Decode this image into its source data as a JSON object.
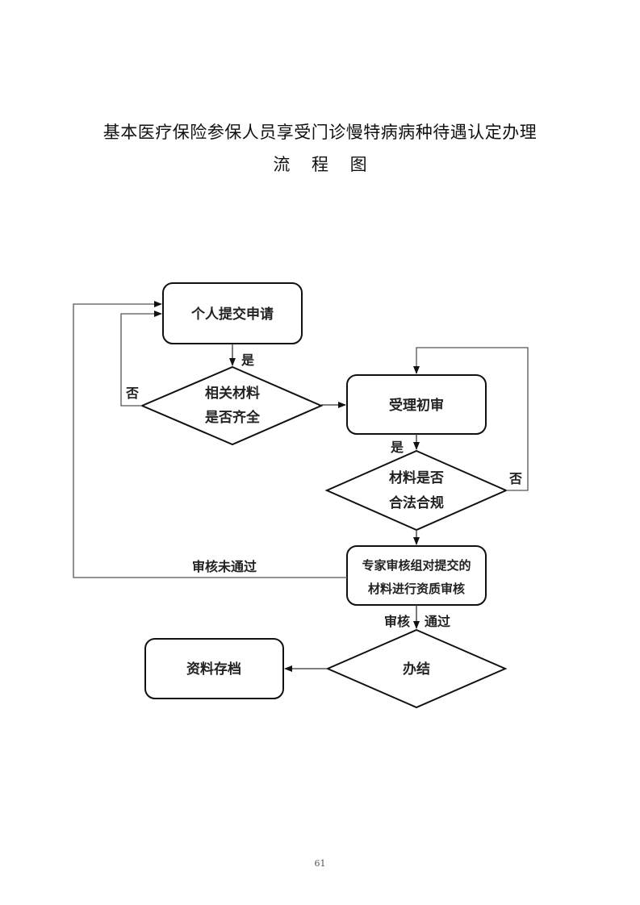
{
  "title": {
    "line1": "基本医疗保险参保人员享受门诊慢特病病种待遇认定办理",
    "line2": "流 程 图"
  },
  "nodes": {
    "submit": {
      "label": "个人提交申请",
      "shape": "rounded-rect"
    },
    "check_complete": {
      "line1": "相关材料",
      "line2": "是否齐全",
      "shape": "diamond"
    },
    "initial_review": {
      "label": "受理初审",
      "shape": "rounded-rect"
    },
    "check_legal": {
      "line1": "材料是否",
      "line2": "合法合规",
      "shape": "diamond"
    },
    "expert_review": {
      "line1": "专家审核组对提交的",
      "line2": "材料进行资质审核",
      "shape": "rounded-rect"
    },
    "complete": {
      "label": "办结",
      "shape": "diamond"
    },
    "archive": {
      "label": "资料存档",
      "shape": "rounded-rect"
    }
  },
  "edges": {
    "submit_to_check_yes": "是",
    "check_complete_no": "否",
    "initial_to_legal_yes": "是",
    "check_legal_no": "否",
    "expert_fail": "审核未通过",
    "expert_pass_left": "审核",
    "expert_pass_right": "通过"
  },
  "colors": {
    "stroke": "#111111",
    "line": "#555555",
    "background": "#ffffff"
  },
  "page_number": "61"
}
